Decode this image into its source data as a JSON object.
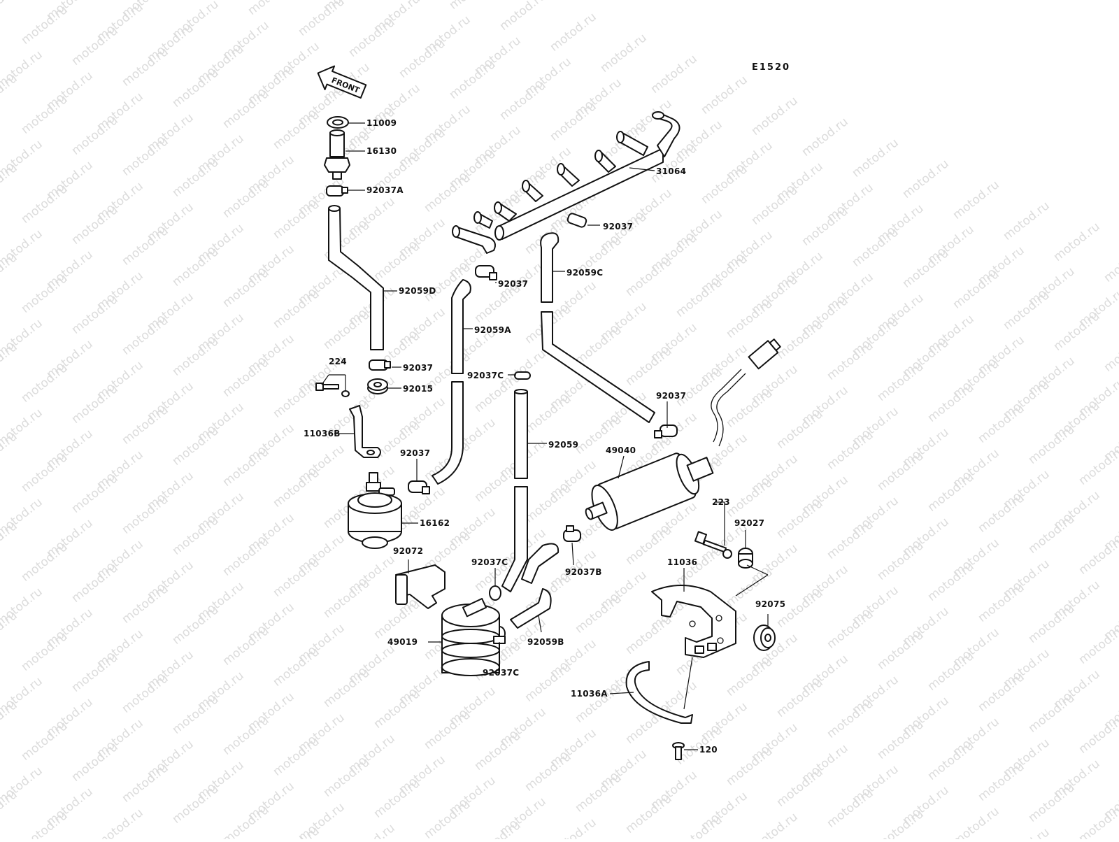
{
  "watermark": {
    "text": "motod.ru"
  },
  "diagram": {
    "code": "E1520",
    "front_arrow_label": "FRONT"
  },
  "part_labels": {
    "p11009": "11009",
    "p16130": "16130",
    "p92037A": "92037A",
    "p31064": "31064",
    "p92037_top": "92037",
    "p92059C": "92059C",
    "p92037_mid": "92037",
    "p92059D": "92059D",
    "p92059A": "92059A",
    "p224": "224",
    "p92037_left": "92037",
    "p92015": "92015",
    "p92037C_a": "92037C",
    "p92037_right": "92037",
    "p11036B": "11036B",
    "p92037_low": "92037",
    "p92059": "92059",
    "p49040": "49040",
    "p16162": "16162",
    "p223": "223",
    "p92027": "92027",
    "p92072": "92072",
    "p92037C_b": "92037C",
    "p92037B": "92037B",
    "p11036": "11036",
    "p92075": "92075",
    "p49019": "49019",
    "p92059B": "92059B",
    "p92037C_c": "92037C",
    "p11036A": "11036A",
    "p120": "120"
  }
}
